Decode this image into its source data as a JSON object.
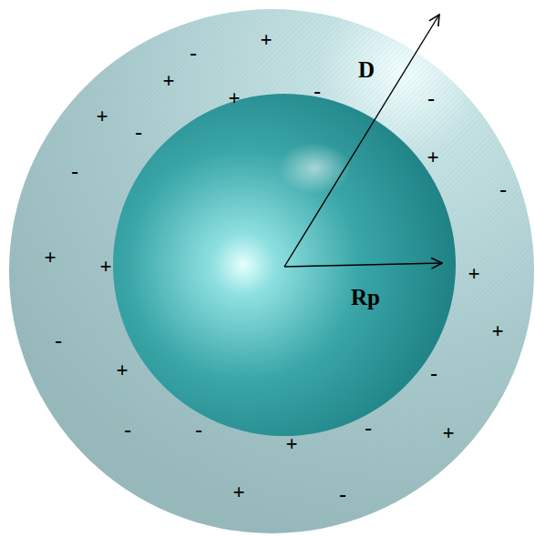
{
  "diagram": {
    "labels": [
      "D",
      "Rp",
      "+",
      "-",
      "+",
      "+",
      "-",
      "-",
      "+",
      "-",
      "+",
      "-",
      "-",
      "+",
      "+",
      "+",
      "+",
      "-",
      "+",
      "-",
      "-",
      "-",
      "-",
      "+",
      "+",
      "+",
      "-"
    ]
  }
}
